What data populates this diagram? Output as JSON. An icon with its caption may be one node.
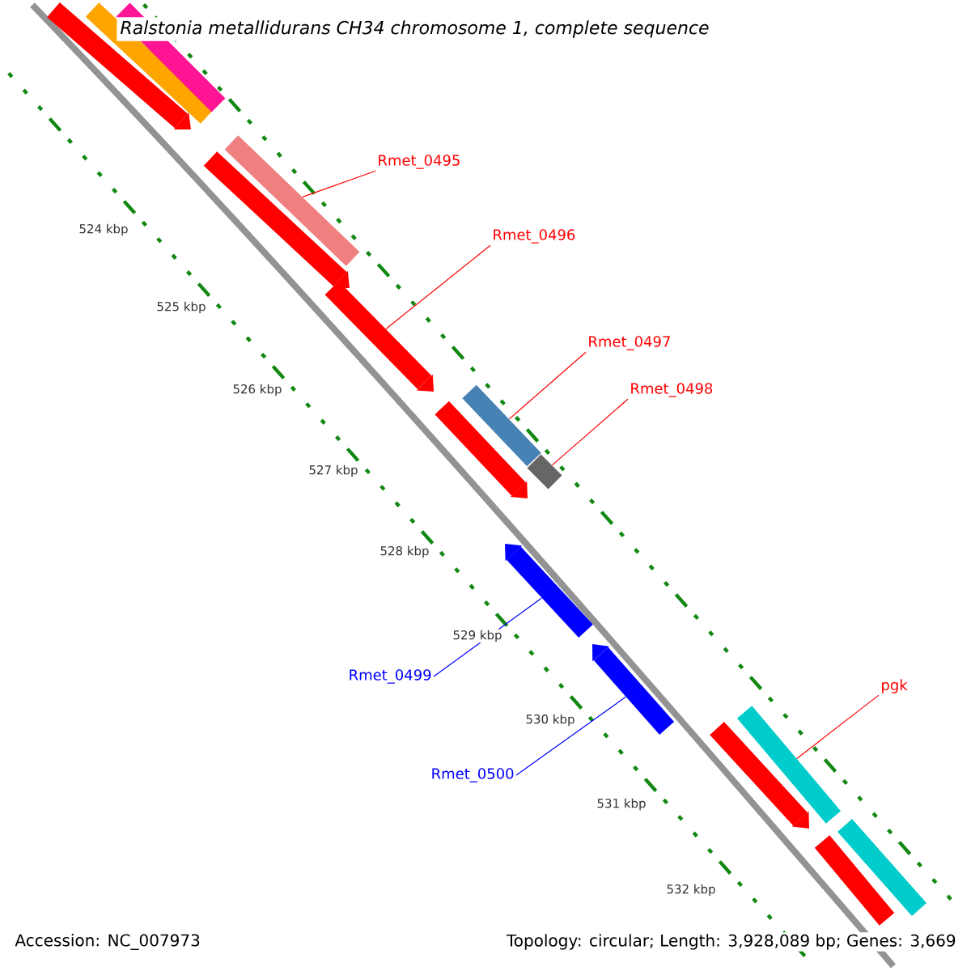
{
  "diagram": {
    "title": "Ralstonia metallidurans CH34 chromosome 1, complete sequence",
    "nodes": [
      {
        "text": [
          "Rmet_0495"
        ]
      },
      {
        "text": [],
        "shape": "bar"
      },
      {
        "text": [
          "Rmet_0496"
        ]
      },
      {
        "text": [],
        "shape": "bar"
      },
      {
        "text": [
          "Rmet_0497"
        ]
      },
      {
        "text": [],
        "shape": "bar"
      },
      {
        "text": [
          "Rmet_0498"
        ]
      },
      {
        "text": [],
        "shape": "bar"
      },
      {
        "text": [
          "Rmet_0499"
        ]
      },
      {
        "text": [],
        "shape": "bar"
      },
      {
        "text": [
          "Rmet_0500"
        ]
      },
      {
        "text": [],
        "shape": "bar"
      },
      {
        "text": [
          "pgk"
        ]
      },
      {
        "text": [],
        "shape": "bar"
      },
      {
        "text": [],
        "shape": "bar"
      },
      {
        "text": [],
        "shape": "bar"
      },
      {
        "text": [],
        "shape": "bar"
      },
      {
        "text": [],
        "shape": "bar"
      },
      {
        "text": [],
        "shape": "bar"
      },
      {
        "text": [],
        "shape": "bar"
      },
      {
        "text": [],
        "shape": "bar"
      },
      {
        "text": [],
        "shape": "bar"
      }
    ],
    "edges": [
      {
        "from": 0,
        "to": 1,
        "arrow": "none"
      },
      {
        "from": 2,
        "to": 3,
        "arrow": "none"
      },
      {
        "from": 4,
        "to": 5,
        "arrow": "none"
      },
      {
        "from": 6,
        "to": 7,
        "arrow": "none"
      },
      {
        "from": 8,
        "to": 9,
        "arrow": "none",
        "color": "#0000ff"
      },
      {
        "from": 10,
        "to": 11,
        "arrow": "none",
        "color": "#0000ff"
      },
      {
        "from": 12,
        "to": 13,
        "arrow": "none"
      }
    ],
    "labels": [
      "524 kbp",
      "525 kbp",
      "526 kbp",
      "527 kbp",
      "528 kbp",
      "529 kbp",
      "530 kbp",
      "531 kbp",
      "532 kbp",
      "Accession: NC_007973",
      "Topology: circular; Length: 3,928,089 bp; Genes: 3,669"
    ]
  }
}
